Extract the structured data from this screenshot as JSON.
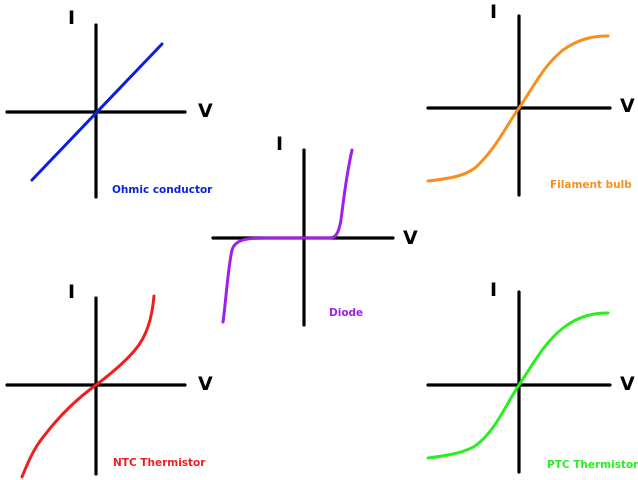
{
  "axis_labels": {
    "current": "I",
    "voltage": "V"
  },
  "graphs": [
    {
      "id": "ohmic",
      "label": "Ohmic conductor",
      "color": "#0a1fe0"
    },
    {
      "id": "filament",
      "label": "Filament bulb",
      "color": "#f5901e"
    },
    {
      "id": "diode",
      "label": "Diode",
      "color": "#a21fe6"
    },
    {
      "id": "ntc",
      "label": "NTC Thermistor",
      "color": "#ee1f1f"
    },
    {
      "id": "ptc",
      "label": "PTC Thermistor",
      "color": "#28f020"
    }
  ]
}
